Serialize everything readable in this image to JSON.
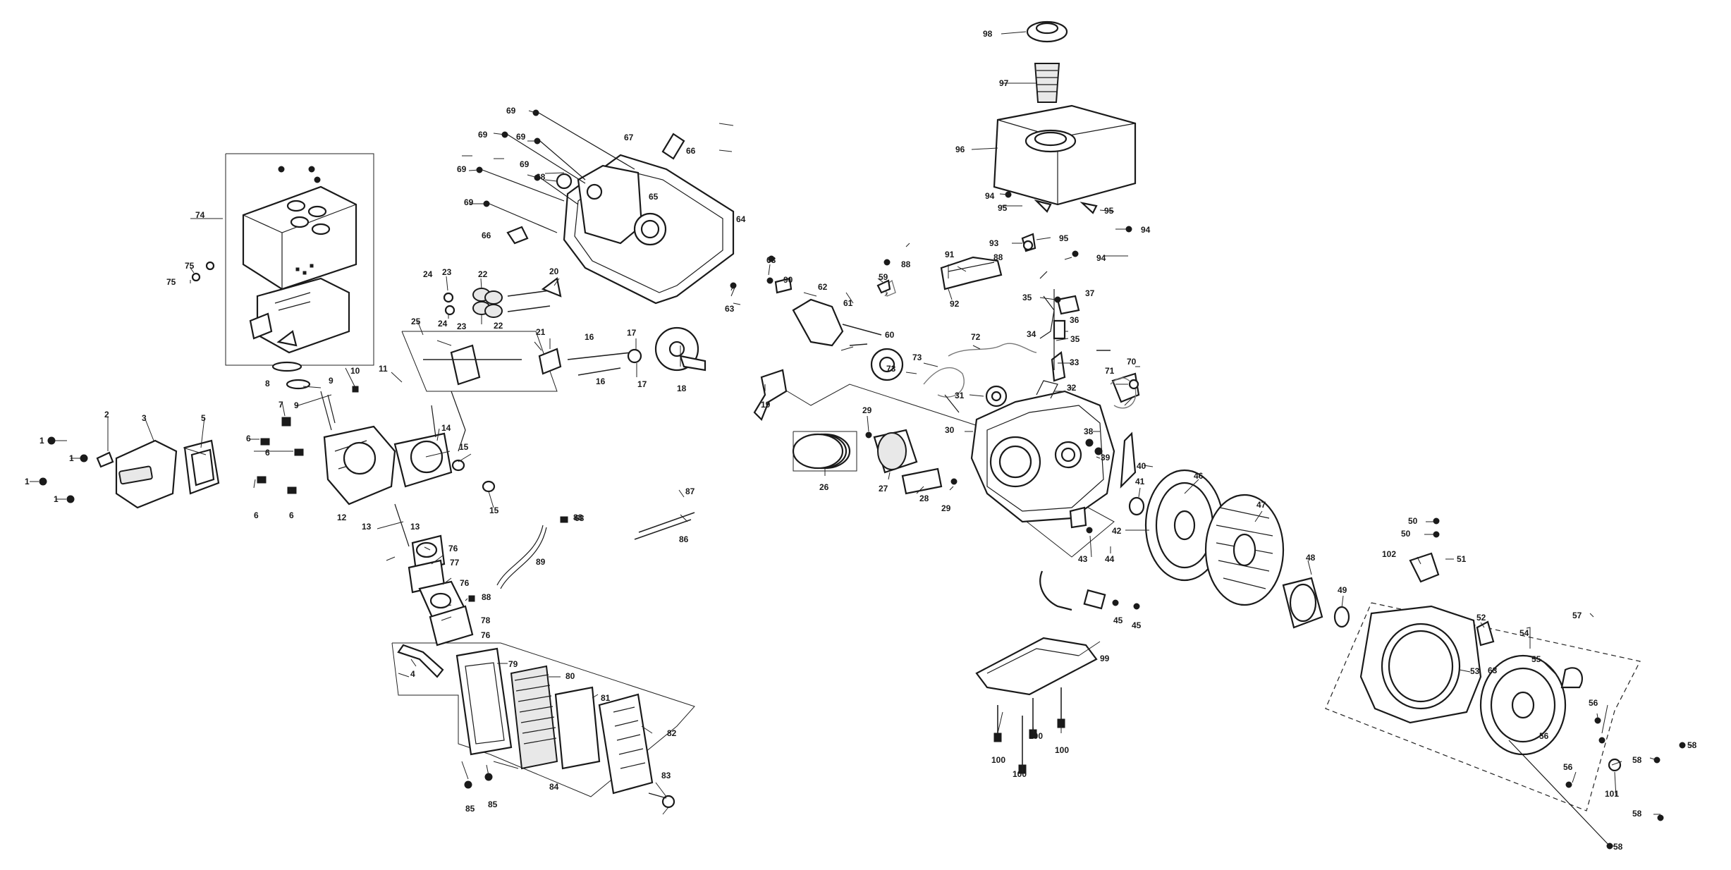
{
  "labels": {
    "l1a": "1",
    "l1b": "1",
    "l1c": "1",
    "l1d": "1",
    "l2": "2",
    "l3": "3",
    "l4a": "4",
    "l5": "5",
    "l6a": "6",
    "l6b": "6",
    "l6c": "6",
    "l6d": "6",
    "l7": "7",
    "l8": "8",
    "l9a": "9",
    "l9b": "9",
    "l10": "10",
    "l11": "11",
    "l12": "12",
    "l13a": "13",
    "l13b": "13",
    "l14": "14",
    "l15a": "15",
    "l15b": "15",
    "l16a": "16",
    "l16b": "16",
    "l17a": "17",
    "l17b": "17",
    "l18": "18",
    "l19": "19",
    "l20": "20",
    "l21": "21",
    "l22a": "22",
    "l22b": "22",
    "l23a": "23",
    "l23b": "23",
    "l24a": "24",
    "l24b": "24",
    "l25": "25",
    "l26": "26",
    "l27": "27",
    "l28": "28",
    "l29a": "29",
    "l29b": "29",
    "l30": "30",
    "l31": "31",
    "l32": "32",
    "l33": "33",
    "l34": "34",
    "l35a": "35",
    "l35b": "35",
    "l36": "36",
    "l37": "37",
    "l38": "38",
    "l39": "39",
    "l40": "40",
    "l41": "41",
    "l42": "42",
    "l43": "43",
    "l44": "44",
    "l45a": "45",
    "l45b": "45",
    "l46": "46",
    "l47": "47",
    "l48": "48",
    "l49": "49",
    "l50a": "50",
    "l50b": "50",
    "l51": "51",
    "l52": "52",
    "l53": "53",
    "l54": "54",
    "l55": "55",
    "l56a": "56",
    "l56b": "56",
    "l56c": "56",
    "l57": "57",
    "l58a": "58",
    "l58b": "58",
    "l58c": "58",
    "l58d": "58",
    "l59": "59",
    "l60": "60",
    "l61": "61",
    "l62": "62",
    "l63a": "63",
    "l63b": "63",
    "l63c": "63",
    "l64": "64",
    "l65": "65",
    "l66a": "66",
    "l66b": "66",
    "l67": "67",
    "l68a": "68",
    "l68b": "68",
    "l69a": "69",
    "l69b": "69",
    "l69c": "69",
    "l69d": "69",
    "l69e": "69",
    "l69f": "69",
    "l70": "70",
    "l71": "71",
    "l72": "72",
    "l73a": "73",
    "l73b": "73",
    "l74": "74",
    "l75a": "75",
    "l75b": "75",
    "l76a": "76",
    "l76b": "76",
    "l76c": "76",
    "l77": "77",
    "l78": "78",
    "l79": "79",
    "l80": "80",
    "l81": "81",
    "l82": "82",
    "l83": "83",
    "l84": "84",
    "l85a": "85",
    "l85b": "85",
    "l86": "86",
    "l87": "87",
    "l88a": "88",
    "l88b": "88",
    "l88c": "88",
    "l88d": "88",
    "l89": "89",
    "l90": "90",
    "l91": "91",
    "l92": "92",
    "l93": "93",
    "l94a": "94",
    "l94b": "94",
    "l94c": "94",
    "l95a": "95",
    "l95b": "95",
    "l95c": "95",
    "l96": "96",
    "l97": "97",
    "l98": "98",
    "l99": "99",
    "l100a": "100",
    "l100b": "100",
    "l100c": "100",
    "l100d": "100",
    "l101": "101",
    "l102": "102"
  },
  "colors": {
    "ink": "#1a1a1a",
    "paper": "#ffffff",
    "shade": "#e8e8e8"
  }
}
